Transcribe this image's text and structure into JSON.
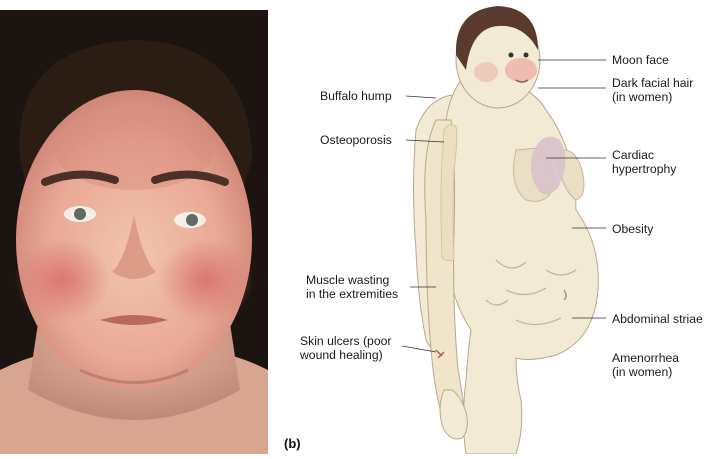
{
  "panel_letter": "(b)",
  "labels_left": [
    {
      "text": "Buffalo hump"
    },
    {
      "text": "Osteoporosis"
    },
    {
      "line1": "Muscle wasting",
      "line2": "in the extremities"
    },
    {
      "line1": "Skin ulcers (poor",
      "line2": "wound healing)"
    }
  ],
  "labels_right": [
    {
      "text": "Moon face"
    },
    {
      "line1": "Dark facial hair",
      "line2": "(in women)"
    },
    {
      "line1": "Cardiac",
      "line2": "hypertrophy"
    },
    {
      "text": "Obesity"
    },
    {
      "text": "Abdominal striae"
    },
    {
      "line1": "Amenorrhea",
      "line2": "(in women)"
    }
  ],
  "colors": {
    "skin": "#f3ead5",
    "skin_shadow": "#e3d5b8",
    "hair": "#5a3a2c",
    "heart": "#d9c2cc",
    "bone": "#ecdfbf",
    "leader_line": "#333333",
    "photo_bg": "#1b1410",
    "face_red": "#d98a7c"
  }
}
